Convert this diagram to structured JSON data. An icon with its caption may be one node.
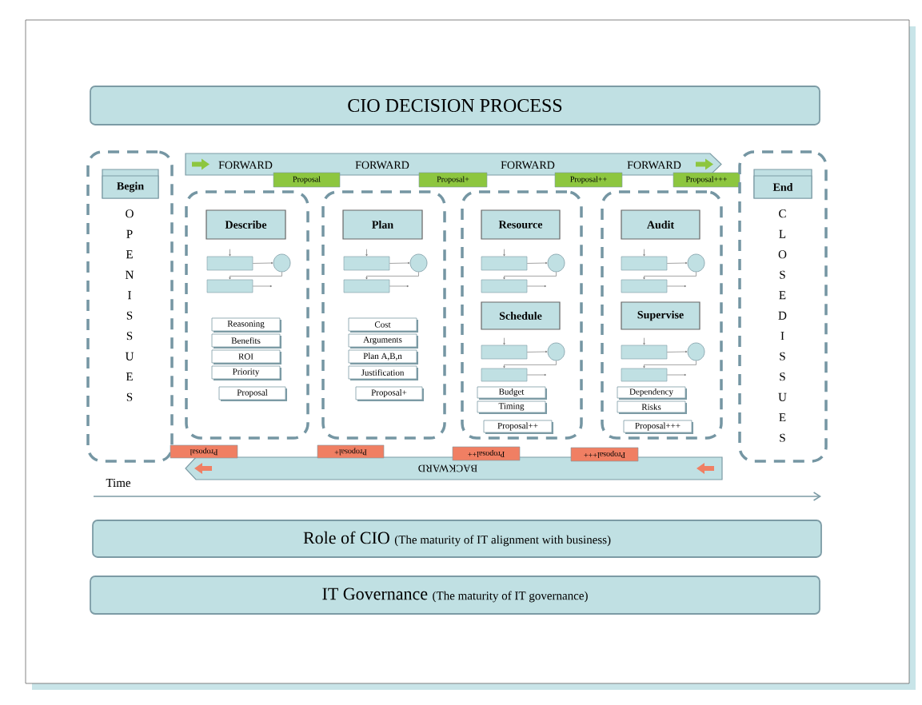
{
  "diagram": {
    "nodes": [
      {
        "text": [
          "CIO DECISION PROCESS"
        ]
      },
      {
        "text": [
          "O P E N I S S U E S"
        ]
      },
      {
        "text": [
          "Begin"
        ],
        "in": 1
      },
      {
        "text": [
          "FORWARD",
          "FORWARD",
          "FORWARD",
          "FORWARD"
        ]
      },
      {
        "text": [
          "Proposal"
        ]
      },
      {
        "text": [
          "Proposal+"
        ]
      },
      {
        "text": [
          "Proposal++"
        ]
      },
      {
        "text": [
          "Proposal+++"
        ]
      },
      {
        "text": [],
        "shape": "box"
      },
      {
        "text": [
          "Describe"
        ],
        "in": 8
      },
      {
        "text": [],
        "shape": "box",
        "in": 8
      },
      {
        "text": [],
        "shape": "circle",
        "in": 8
      },
      {
        "text": [],
        "shape": "box",
        "in": 8
      },
      {
        "text": [
          "Reasoning"
        ],
        "in": 8
      },
      {
        "text": [
          "Benefits"
        ],
        "in": 8
      },
      {
        "text": [
          "ROI"
        ],
        "in": 8
      },
      {
        "text": [
          "Priority"
        ],
        "in": 8
      },
      {
        "text": [
          "Proposal"
        ],
        "in": 8
      },
      {
        "text": [],
        "shape": "box"
      },
      {
        "text": [
          "Plan"
        ],
        "in": 18
      },
      {
        "text": [],
        "shape": "box",
        "in": 18
      },
      {
        "text": [],
        "shape": "circle",
        "in": 18
      },
      {
        "text": [],
        "shape": "box",
        "in": 18
      },
      {
        "text": [
          "Cost"
        ],
        "in": 18
      },
      {
        "text": [
          "Arguments"
        ],
        "in": 18
      },
      {
        "text": [
          "Plan A,B,n"
        ],
        "in": 18
      },
      {
        "text": [
          "Justification"
        ],
        "in": 18
      },
      {
        "text": [
          "Proposal+"
        ],
        "in": 18
      },
      {
        "text": [],
        "shape": "box"
      },
      {
        "text": [
          "Resource"
        ],
        "in": 28
      },
      {
        "text": [],
        "shape": "box",
        "in": 28
      },
      {
        "text": [],
        "shape": "circle",
        "in": 28
      },
      {
        "text": [],
        "shape": "box",
        "in": 28
      },
      {
        "text": [
          "Schedule"
        ],
        "in": 28
      },
      {
        "text": [],
        "shape": "box",
        "in": 28
      },
      {
        "text": [],
        "shape": "circle",
        "in": 28
      },
      {
        "text": [],
        "shape": "box",
        "in": 28
      },
      {
        "text": [
          "Budget"
        ],
        "in": 28
      },
      {
        "text": [
          "Timing"
        ],
        "in": 28
      },
      {
        "text": [
          "Proposal++"
        ],
        "in": 28
      },
      {
        "text": [],
        "shape": "box"
      },
      {
        "text": [
          "Audit"
        ],
        "in": 40
      },
      {
        "text": [],
        "shape": "box",
        "in": 40
      },
      {
        "text": [],
        "shape": "circle",
        "in": 40
      },
      {
        "text": [],
        "shape": "box",
        "in": 40
      },
      {
        "text": [
          "Supervise"
        ],
        "in": 40
      },
      {
        "text": [],
        "shape": "box",
        "in": 40
      },
      {
        "text": [],
        "shape": "circle",
        "in": 40
      },
      {
        "text": [],
        "shape": "box",
        "in": 40
      },
      {
        "text": [
          "Dependency"
        ],
        "in": 40
      },
      {
        "text": [
          "Risks"
        ],
        "in": 40
      },
      {
        "text": [
          "Proposal+++"
        ],
        "in": 40
      },
      {
        "text": [
          "C L O S E D I S S U E S"
        ]
      },
      {
        "text": [
          "End"
        ],
        "in": 52
      },
      {
        "text": [
          "BACKWARD"
        ]
      },
      {
        "text": [
          "Proposal"
        ]
      },
      {
        "text": [
          "Proposal+"
        ]
      },
      {
        "text": [
          "Proposal++"
        ]
      },
      {
        "text": [
          "Proposal+++"
        ]
      },
      {
        "text": [
          "Role of CIO",
          "(The maturity of IT alignment with business)"
        ]
      },
      {
        "text": [
          "IT Governance",
          "(The maturity of  IT governance)"
        ]
      }
    ],
    "edges": [
      {
        "from": null,
        "to": 10,
        "arrow": "to"
      },
      {
        "from": 10,
        "to": 11,
        "arrow": "to"
      },
      {
        "from": 11,
        "to": 12,
        "arrow": "to"
      },
      {
        "from": 12,
        "to": null,
        "arrow": "to"
      },
      {
        "from": null,
        "to": 20,
        "arrow": "to"
      },
      {
        "from": 20,
        "to": 21,
        "arrow": "to"
      },
      {
        "from": 21,
        "to": 22,
        "arrow": "to"
      },
      {
        "from": 22,
        "to": null,
        "arrow": "to"
      },
      {
        "from": null,
        "to": 30,
        "arrow": "to"
      },
      {
        "from": 30,
        "to": 31,
        "arrow": "to"
      },
      {
        "from": 31,
        "to": 32,
        "arrow": "to"
      },
      {
        "from": 32,
        "to": null,
        "arrow": "to"
      },
      {
        "from": null,
        "to": 34,
        "arrow": "to"
      },
      {
        "from": 34,
        "to": 35,
        "arrow": "to"
      },
      {
        "from": 35,
        "to": 36,
        "arrow": "to"
      },
      {
        "from": 36,
        "to": null,
        "arrow": "to"
      },
      {
        "from": null,
        "to": 42,
        "arrow": "to"
      },
      {
        "from": 42,
        "to": 43,
        "arrow": "to"
      },
      {
        "from": 43,
        "to": 44,
        "arrow": "to"
      },
      {
        "from": 44,
        "to": null,
        "arrow": "to"
      },
      {
        "from": null,
        "to": 46,
        "arrow": "to"
      },
      {
        "from": 46,
        "to": 47,
        "arrow": "to"
      },
      {
        "from": 47,
        "to": 48,
        "arrow": "to"
      },
      {
        "from": 48,
        "to": null,
        "arrow": "to"
      }
    ],
    "labels": [
      "Time"
    ]
  }
}
